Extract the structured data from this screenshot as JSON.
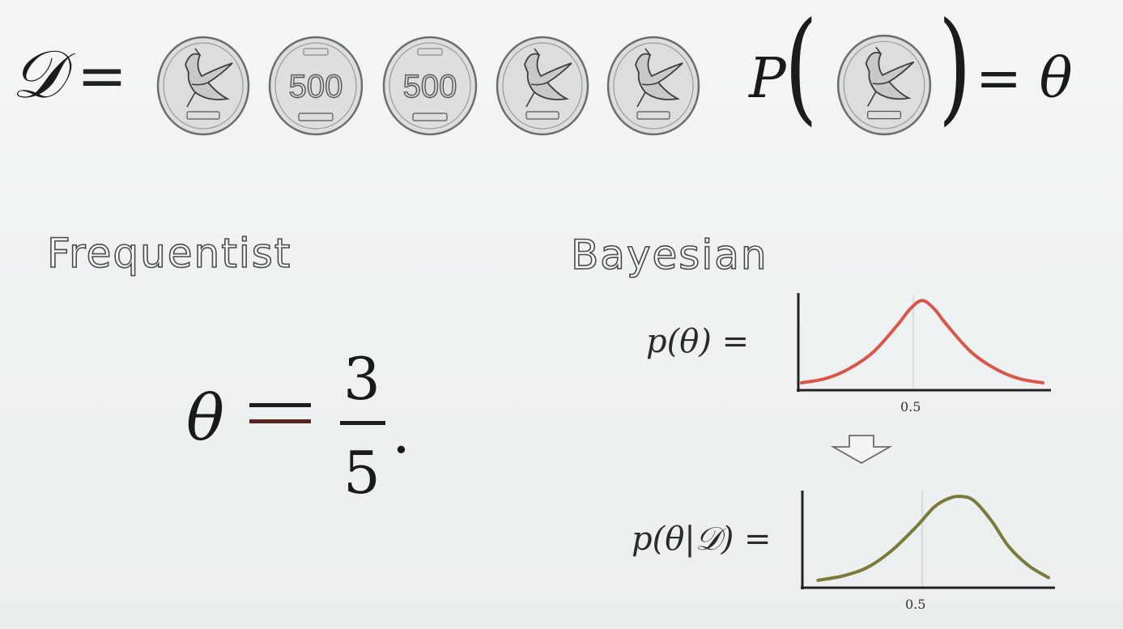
{
  "equation_top": {
    "dataset_symbol": "𝒟",
    "equals": "=",
    "coins": [
      "crane",
      "500",
      "500",
      "crane",
      "crane"
    ],
    "coin_500_label": "500",
    "prob_symbol": "P",
    "left_paren": "(",
    "right_paren": ")",
    "rhs": "= θ"
  },
  "frequentist": {
    "heading": "Frequentist",
    "theta": "θ",
    "numerator": "3",
    "denominator": "5",
    "period": "."
  },
  "bayesian": {
    "heading": "Bayesian",
    "prior_label": "p(θ) =",
    "posterior_label": "p(θ|𝒟) =",
    "prior_tick": "0.5",
    "posterior_tick": "0.5",
    "prior_color": "#d8564a",
    "posterior_color": "#7b7a3a",
    "arrow_icon": "down-arrow-icon"
  },
  "chart_data": [
    {
      "type": "line",
      "name_role": "prior",
      "x": [
        0,
        0.1,
        0.2,
        0.3,
        0.4,
        0.45,
        0.5,
        0.55,
        0.6,
        0.7,
        0.8,
        0.9,
        1.0
      ],
      "y": [
        0.03,
        0.08,
        0.2,
        0.4,
        0.72,
        0.9,
        1.0,
        0.9,
        0.72,
        0.4,
        0.2,
        0.08,
        0.03
      ],
      "xticks": [
        "0.5"
      ],
      "xlim": [
        0,
        1
      ],
      "ylim": [
        0,
        1.05
      ],
      "color": "#d8564a"
    },
    {
      "type": "line",
      "name_role": "posterior",
      "x": [
        0.05,
        0.15,
        0.25,
        0.35,
        0.45,
        0.52,
        0.58,
        0.63,
        0.68,
        0.75,
        0.82,
        0.9,
        0.98
      ],
      "y": [
        0.03,
        0.08,
        0.18,
        0.38,
        0.66,
        0.88,
        0.98,
        1.0,
        0.95,
        0.72,
        0.42,
        0.2,
        0.06
      ],
      "xticks": [
        "0.5"
      ],
      "xlim": [
        0,
        1
      ],
      "ylim": [
        0,
        1.05
      ],
      "color": "#7b7a3a"
    }
  ]
}
